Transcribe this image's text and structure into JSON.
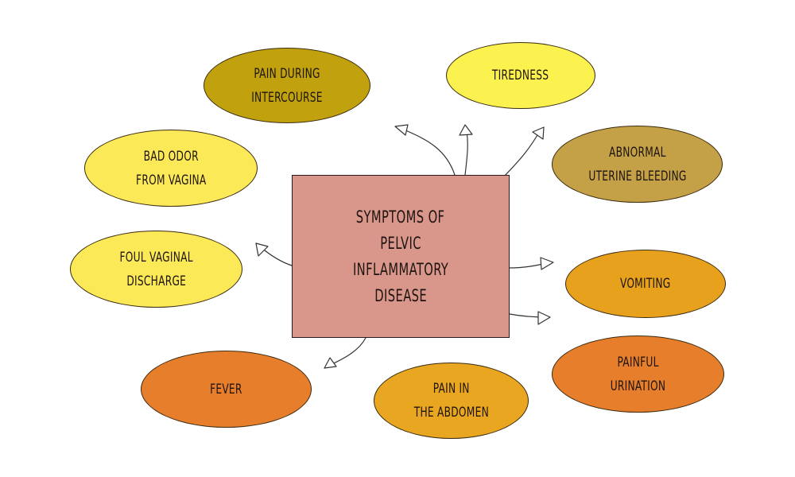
{
  "center": {
    "lines": [
      "SYMPTOMS OF",
      "PELVIC",
      "INFLAMMATORY",
      "DISEASE"
    ],
    "color": "#d9968a"
  },
  "symptoms": [
    {
      "id": "pain-during-intercourse",
      "lines": [
        "PAIN DURING",
        "INTERCOURSE"
      ],
      "color": "#c1a20e"
    },
    {
      "id": "tiredness",
      "lines": [
        "TIREDNESS"
      ],
      "color": "#fbf250"
    },
    {
      "id": "abnormal-uterine-bleeding",
      "lines": [
        "ABNORMAL",
        "UTERINE BLEEDING"
      ],
      "color": "#c4a146"
    },
    {
      "id": "bad-odor-from-vagina",
      "lines": [
        "BAD ODOR",
        "FROM VAGINA"
      ],
      "color": "#fbe958"
    },
    {
      "id": "foul-vaginal-discharge",
      "lines": [
        "FOUL VAGINAL",
        "DISCHARGE"
      ],
      "color": "#fbe958"
    },
    {
      "id": "vomiting",
      "lines": [
        "VOMITING"
      ],
      "color": "#e8a11d"
    },
    {
      "id": "fever",
      "lines": [
        "FEVER"
      ],
      "color": "#e77e2b"
    },
    {
      "id": "pain-in-the-abdomen",
      "lines": [
        "PAIN IN",
        "THE ABDOMEN"
      ],
      "color": "#e9a621"
    },
    {
      "id": "painful-urination",
      "lines": [
        "PAINFUL",
        "URINATION"
      ],
      "color": "#e77e2b"
    }
  ],
  "colors": {
    "outline": "#3a2a10",
    "arrow": "#333333",
    "background": "#ffffff"
  }
}
